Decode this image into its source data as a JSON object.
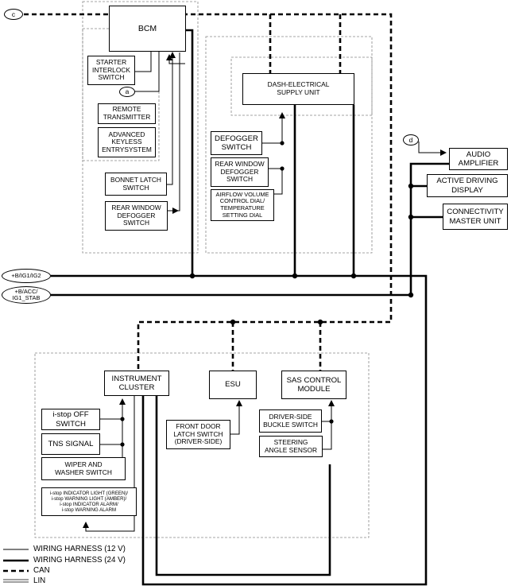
{
  "connectors": {
    "c": "c",
    "a": "a",
    "d": "d",
    "power_ig": "+B/IG1/IG2",
    "power_acc": "+B/ACC/\nIG1_STAB"
  },
  "modules": {
    "bcm": "BCM",
    "dash_supply": "DASH-ELECTRICAL\nSUPPLY UNIT",
    "audio_amp": "AUDIO\nAMPLIFIER",
    "active_display": "ACTIVE DRIVING\nDISPLAY",
    "connectivity": "CONNECTIVITY\nMASTER UNIT",
    "instrument_cluster": "INSTRUMENT\nCLUSTER",
    "esu": "ESU",
    "sas": "SAS CONTROL\nMODULE"
  },
  "inputs": {
    "starter_interlock": "STARTER\nINTERLOCK\nSWITCH",
    "remote_tx": "REMOTE\nTRANSMITTER",
    "keyless": "ADVANCED\nKEYLESS\nENTRYSYSTEM",
    "bonnet_latch": "BONNET LATCH\nSWITCH",
    "rear_defog_bcm": "REAR WINDOW\nDEFOGGER\nSWITCH",
    "defogger": "DEFOGGER\nSWITCH",
    "rear_defog_dash": "REAR WINDOW\nDEFOGGER\nSWITCH",
    "airflow": "AIRFLOW VOLUME\nCONTROL DIAL/\nTEMPERATURE\nSETTING DIAL",
    "istop_off": "i-stop OFF\nSWITCH",
    "tns": "TNS SIGNAL",
    "wiper": "WIPER AND\nWASHER SWITCH",
    "istop_indicators": "i-stop INDICATOR LIGHT (GREEN)/\ni-stop WARNING LIGHT (AMBER)/\ni-stop INDICATOR ALARM/\ni-stop WARNING ALARM",
    "front_door": "FRONT DOOR\nLATCH SWITCH\n(DRIVER-SIDE)",
    "buckle": "DRIVER-SIDE\nBUCKLE SWITCH",
    "steering": "STEERING\nANGLE SENSOR"
  },
  "legend": {
    "wh12": "WIRING HARNESS (12 V)",
    "wh24": "WIRING HARNESS (24 V)",
    "can": "CAN",
    "lin": "LIN"
  }
}
